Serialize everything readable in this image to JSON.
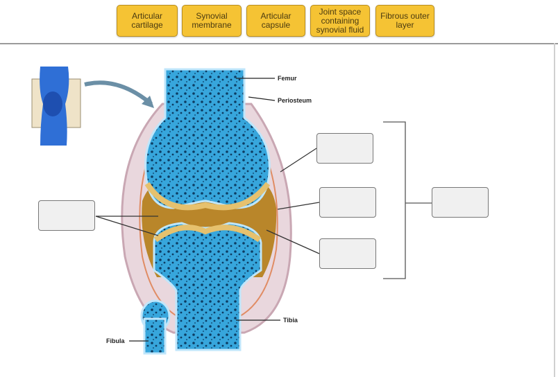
{
  "answer_bank": [
    {
      "label": "Articular\ncartilage"
    },
    {
      "label": "Synovial\nmembrane"
    },
    {
      "label": "Articular\ncapsule"
    },
    {
      "label": "Joint space\ncontaining\nsynovial fluid"
    },
    {
      "label": "Fibrous outer\nlayer"
    }
  ],
  "anatomy_labels": {
    "femur": "Femur",
    "periosteum": "Periosteum",
    "tibia": "Tibia",
    "fibula": "Fibula"
  },
  "colors": {
    "chip": "#f5c334",
    "bone": "#2f9bd6",
    "cartilage": "#e6c16e",
    "synovial_fluid": "#b9862a",
    "capsule": "#d9b8c2"
  }
}
